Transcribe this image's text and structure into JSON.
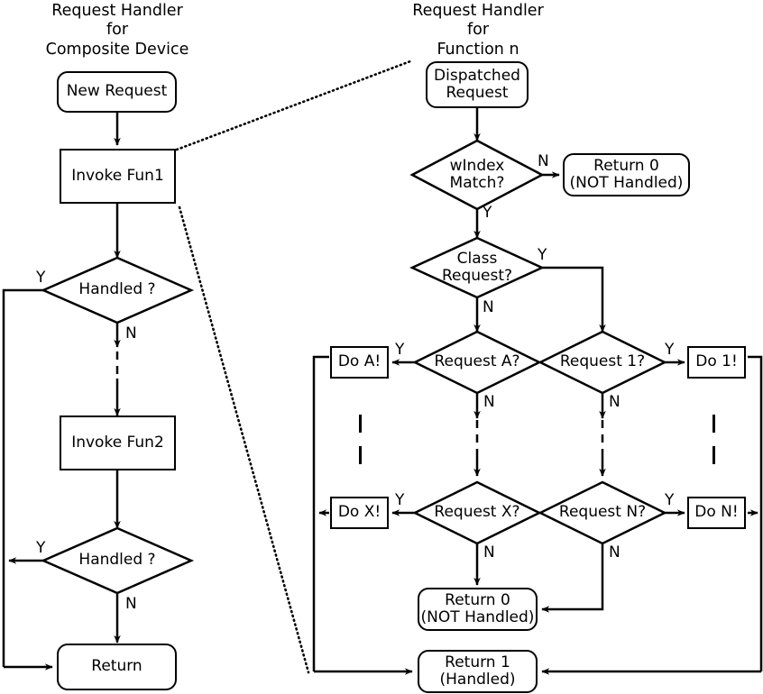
{
  "diagram": {
    "type": "flowchart",
    "titles": {
      "left": "Request Handler\nfor\nComposite Device",
      "right": "Request Handler\nfor\nFunction n"
    },
    "left_column": {
      "nodes": [
        {
          "id": "new-request",
          "label": "New Request",
          "shape": "rounded"
        },
        {
          "id": "invoke-fun1",
          "label": "Invoke Fun1",
          "shape": "rect"
        },
        {
          "id": "handled-1",
          "label": "Handled ?",
          "shape": "diamond"
        },
        {
          "id": "invoke-fun2",
          "label": "Invoke Fun2",
          "shape": "rect"
        },
        {
          "id": "handled-2",
          "label": "Handled ?",
          "shape": "diamond"
        },
        {
          "id": "return",
          "label": "Return",
          "shape": "rounded"
        }
      ],
      "edge_labels": {
        "handled1_yes": "Y",
        "handled1_no": "N",
        "handled2_yes": "Y",
        "handled2_no": "N"
      }
    },
    "right_column": {
      "nodes": [
        {
          "id": "dispatched-request",
          "label": "Dispatched\nRequest",
          "shape": "rounded"
        },
        {
          "id": "windex-match",
          "label": "wIndex\nMatch?",
          "shape": "diamond"
        },
        {
          "id": "return0-top",
          "label": "Return 0\n(NOT Handled)",
          "shape": "rounded"
        },
        {
          "id": "class-request",
          "label": "Class\nRequest?",
          "shape": "diamond"
        },
        {
          "id": "request-a",
          "label": "Request A?",
          "shape": "diamond"
        },
        {
          "id": "request-1",
          "label": "Request 1?",
          "shape": "diamond"
        },
        {
          "id": "do-a",
          "label": "Do A!",
          "shape": "rect"
        },
        {
          "id": "do-1",
          "label": "Do 1!",
          "shape": "rect"
        },
        {
          "id": "request-x",
          "label": "Request X?",
          "shape": "diamond"
        },
        {
          "id": "request-n",
          "label": "Request N?",
          "shape": "diamond"
        },
        {
          "id": "do-x",
          "label": "Do X!",
          "shape": "rect"
        },
        {
          "id": "do-n",
          "label": "Do N!",
          "shape": "rect"
        },
        {
          "id": "return0-bottom",
          "label": "Return 0\n(NOT Handled)",
          "shape": "rounded"
        },
        {
          "id": "return1",
          "label": "Return 1\n(Handled)",
          "shape": "rounded"
        }
      ],
      "edge_labels": {
        "windex_no": "N",
        "windex_yes": "Y",
        "class_yes": "Y",
        "class_no": "N",
        "request_a_yes": "Y",
        "request_a_no": "N",
        "request_1_yes": "Y",
        "request_1_no": "N",
        "request_x_yes": "Y",
        "request_x_no": "N",
        "request_n_yes": "Y",
        "request_n_no": "N"
      }
    },
    "colors": {
      "stroke": "#000000",
      "background": "#ffffff"
    }
  }
}
